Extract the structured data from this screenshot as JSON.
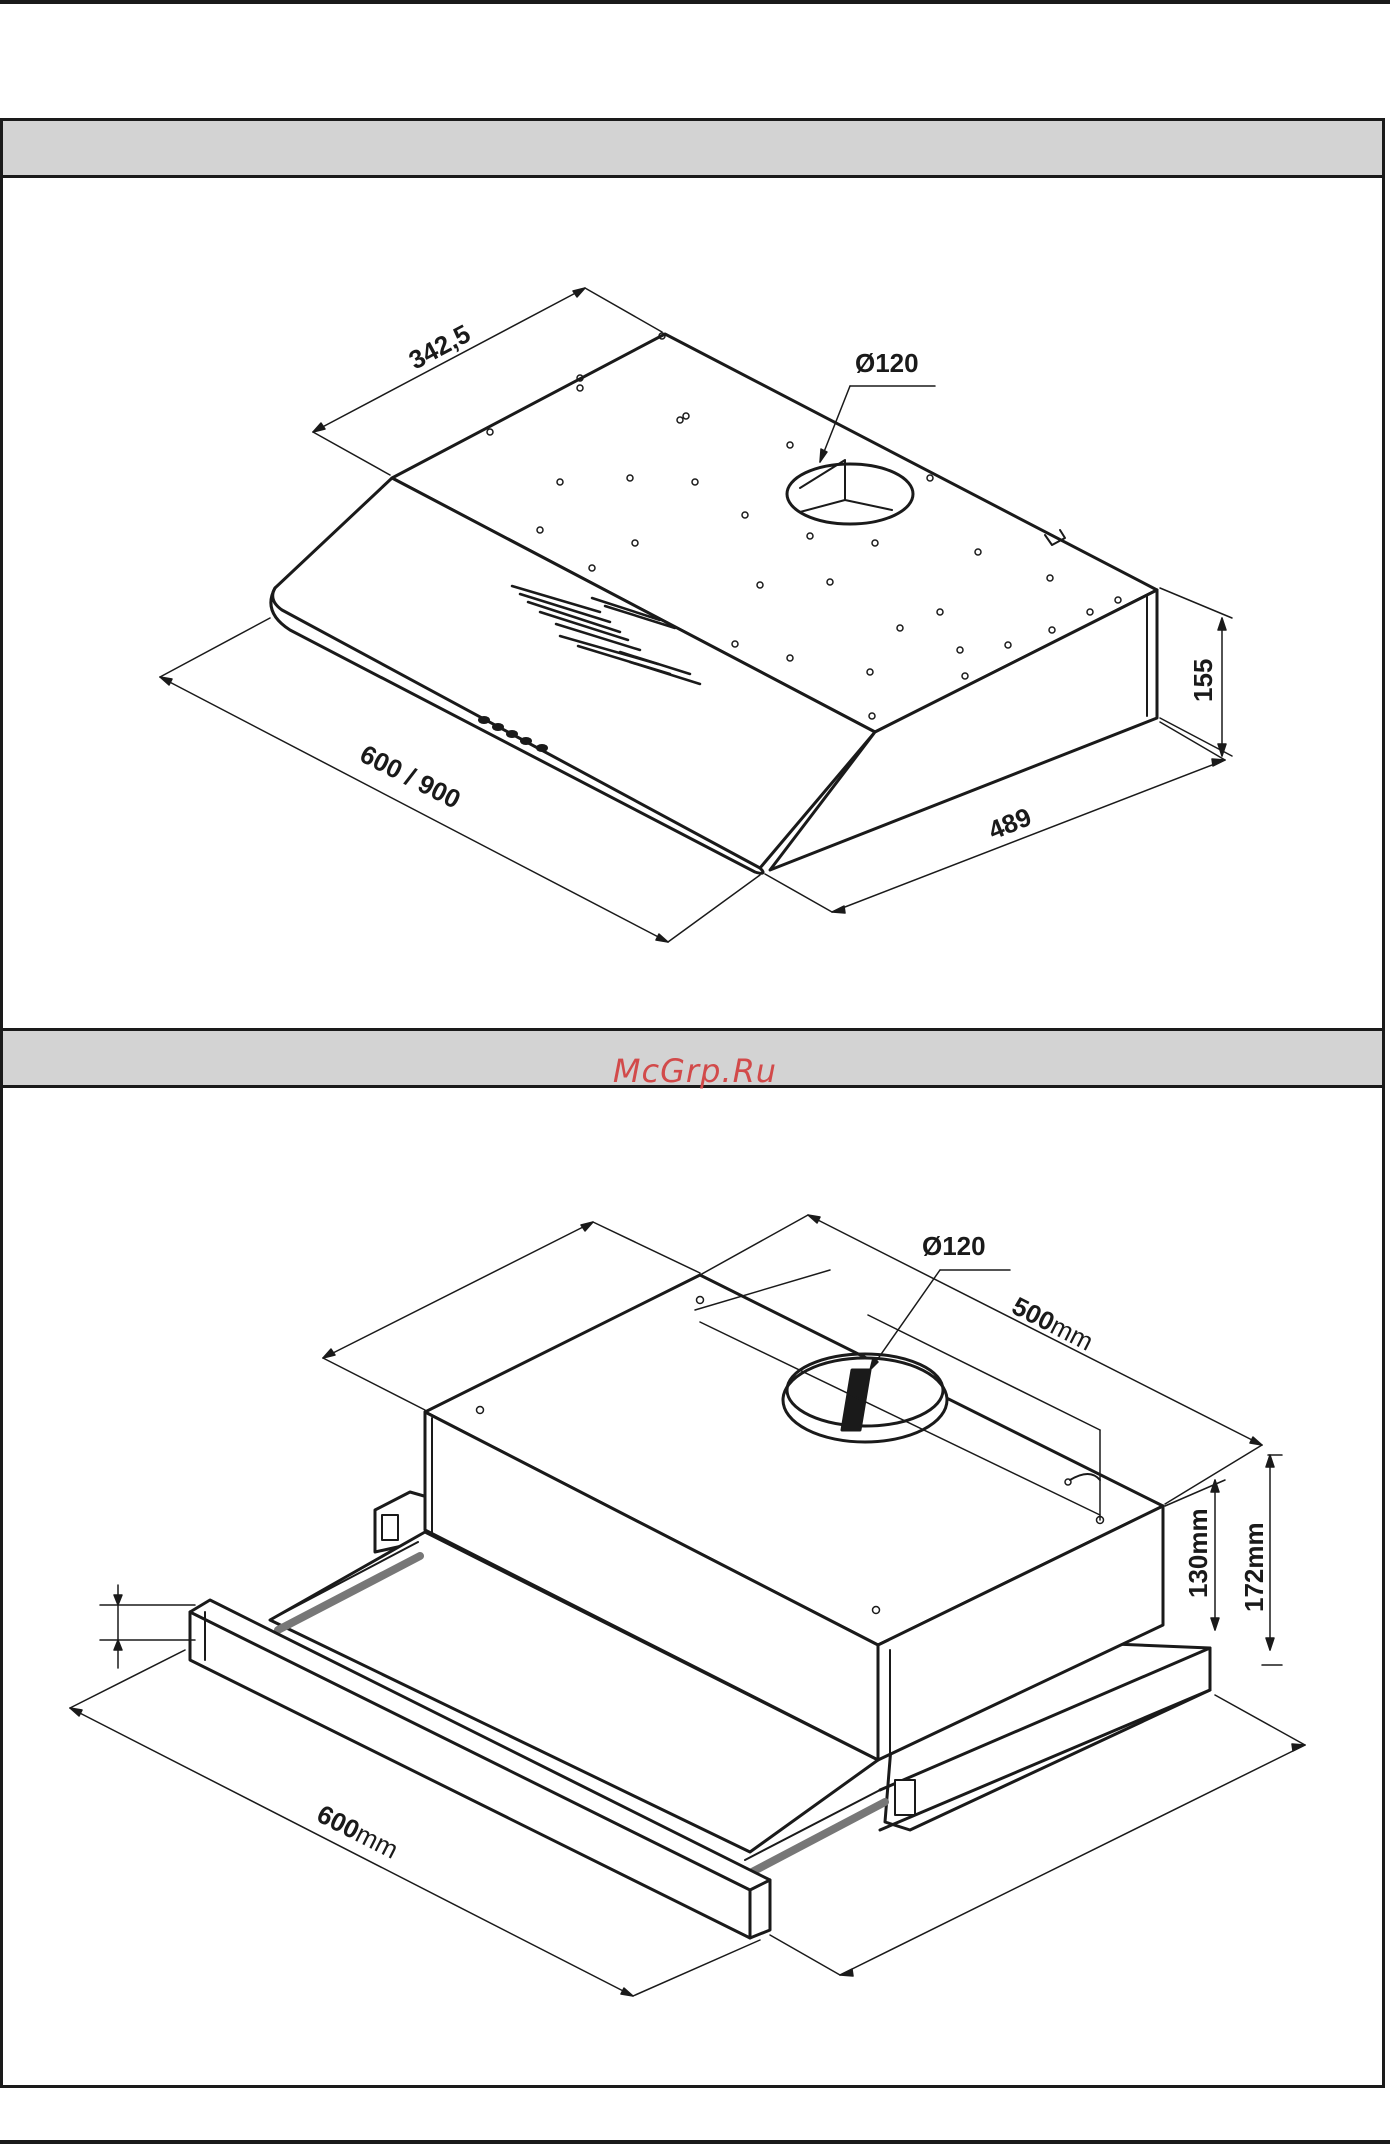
{
  "watermark": "McGrp.Ru",
  "diagram1": {
    "dim_depth_top": "342,5",
    "dim_duct": "Ø120",
    "dim_height": "155",
    "dim_width": "600 / 900",
    "dim_depth": "489"
  },
  "diagram2": {
    "dim_duct": "Ø120",
    "dim_depth_value": "500",
    "dim_depth_unit": "mm",
    "dim_height_inner": "130mm",
    "dim_height_outer": "172mm",
    "dim_width_value": "600",
    "dim_width_unit": "mm"
  }
}
